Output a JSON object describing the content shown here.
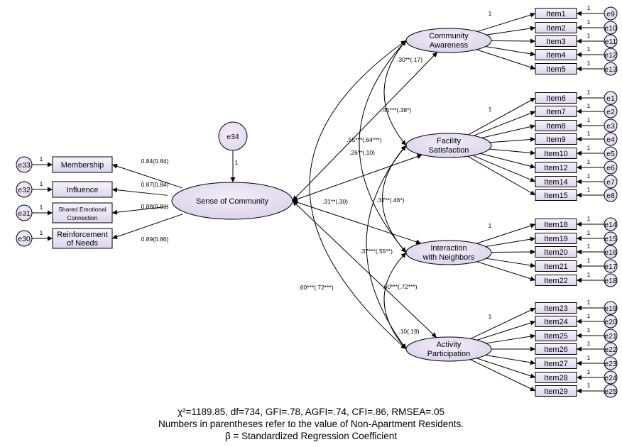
{
  "central": {
    "label": "Sense of Community",
    "error": "e34",
    "error_path": "1"
  },
  "left_indicators": [
    {
      "label": [
        "Membership"
      ],
      "error": "e33",
      "coef": "0.84(0.84)"
    },
    {
      "label": [
        "Influence"
      ],
      "error": "e32",
      "coef": "0.87(0.84)"
    },
    {
      "label": [
        "Shared Emotional",
        "Connection"
      ],
      "error": "e31",
      "coef": "0.88(0.91)"
    },
    {
      "label": [
        "Reinforcement",
        "of Needs"
      ],
      "error": "e30",
      "coef": "0.89(0.86)"
    }
  ],
  "factors": [
    {
      "label": [
        "Community",
        "Awareness"
      ],
      "items": [
        {
          "label": "Item1",
          "error": "e9"
        },
        {
          "label": "Item2",
          "error": "e10"
        },
        {
          "label": "Item3",
          "error": "e11"
        },
        {
          "label": "Item4",
          "error": "e12"
        },
        {
          "label": "Item5",
          "error": "e13"
        }
      ]
    },
    {
      "label": [
        "Facility",
        "Satisfaction"
      ],
      "items": [
        {
          "label": "Item6",
          "error": "e1"
        },
        {
          "label": "Item7",
          "error": "e2"
        },
        {
          "label": "Item8",
          "error": "e3"
        },
        {
          "label": "Item9",
          "error": "e4"
        },
        {
          "label": "Item10",
          "error": "e5"
        },
        {
          "label": "Item12",
          "error": "e6"
        },
        {
          "label": "Item14",
          "error": "e7"
        },
        {
          "label": "Item15",
          "error": "e8"
        }
      ]
    },
    {
      "label": [
        "Interaction",
        "with Neighbors"
      ],
      "items": [
        {
          "label": "Item18",
          "error": "e14"
        },
        {
          "label": "Item19",
          "error": "e15"
        },
        {
          "label": "Item20",
          "error": "e16"
        },
        {
          "label": "Item21",
          "error": "e17"
        },
        {
          "label": "Item22",
          "error": "e18"
        }
      ]
    },
    {
      "label": [
        "Activity",
        "Participation"
      ],
      "items": [
        {
          "label": "Item23",
          "error": "e19"
        },
        {
          "label": "Item24",
          "error": "e20"
        },
        {
          "label": "Item25",
          "error": "e21"
        },
        {
          "label": "Item26",
          "error": "e22"
        },
        {
          "label": "Item27",
          "error": "e23"
        },
        {
          "label": "Item28",
          "error": "e24"
        },
        {
          "label": "Item29",
          "error": "e25"
        }
      ]
    }
  ],
  "fixed_path": "1",
  "coefficients": {
    "ca": ".30**(.17)",
    "ca_fs": ".45***(.38*)",
    "ca_in": ".55***(.64***)",
    "fs": ".26**(.10)",
    "ap": ".60***(.72***)",
    "in": ".31**(.30)",
    "fs_in": ".37**(.46*)",
    "fs_ap": ".37***(.55**)",
    "in_ap": ".60***(.72***)",
    "ca_ap": ".10(.19)"
  },
  "footer": [
    "χ²=1189.85, df=734, GFI=.78, AGFI=.74, CFI=.86, RMSEA=.05",
    "Numbers in parentheses refer to the value of Non-Apartment Residents.",
    "β = Standardized Regression Coefficient"
  ],
  "colors": {
    "box_fill_top": "#f4f1fb",
    "box_fill_bottom": "#ddd6ee",
    "ellipse_fill": "#e6e0f1",
    "error_fill": "#ebe3f4",
    "stroke": "#000000"
  }
}
